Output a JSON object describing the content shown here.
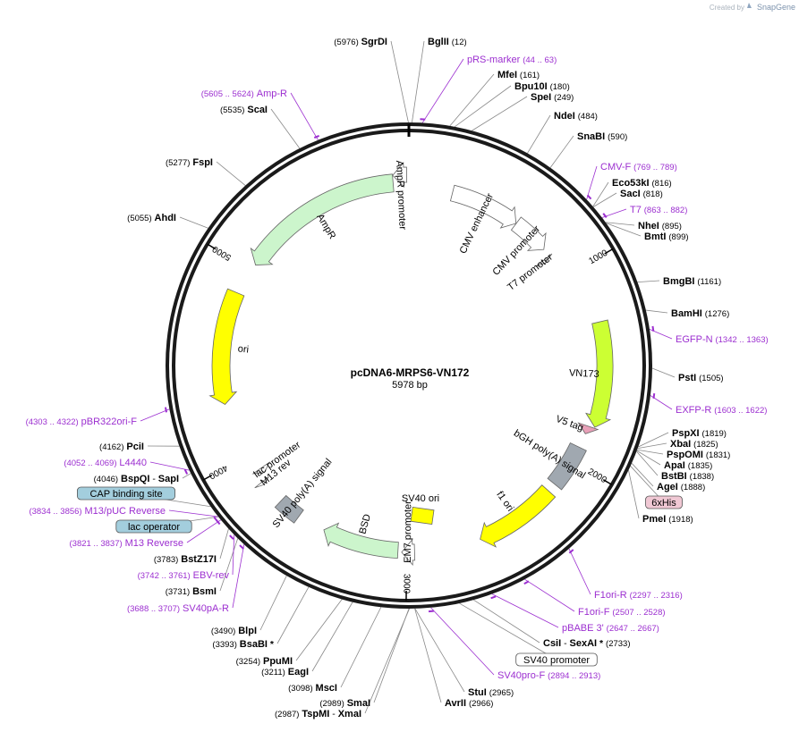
{
  "credit": "Created by",
  "brand": "SnapGene",
  "plasmid": {
    "name": "pcDNA6-MRPS6-VN172",
    "size_label": "5978 bp",
    "length": 5978
  },
  "ticks": [
    {
      "bp": 1000,
      "label": "1000"
    },
    {
      "bp": 2000,
      "label": "2000"
    },
    {
      "bp": 3000,
      "label": "3000"
    },
    {
      "bp": 4000,
      "label": "4000"
    },
    {
      "bp": 5000,
      "label": "5000"
    }
  ],
  "labels": [
    {
      "pos": "(5976)",
      "name": "SgrDI",
      "kind": "enzyme",
      "bp": 5976
    },
    {
      "name": "BglII",
      "pos": "(12)",
      "kind": "enzyme",
      "bp": 12
    },
    {
      "name": "pRS-marker",
      "pos": "(44 .. 63)",
      "kind": "primer",
      "bp": 53
    },
    {
      "name": "MfeI",
      "pos": "(161)",
      "kind": "enzyme",
      "bp": 161
    },
    {
      "name": "Bpu10I",
      "pos": "(180)",
      "kind": "enzyme",
      "bp": 180
    },
    {
      "name": "SpeI",
      "pos": "(249)",
      "kind": "enzyme",
      "bp": 249
    },
    {
      "name": "NdeI",
      "pos": "(484)",
      "kind": "enzyme",
      "bp": 484
    },
    {
      "name": "SnaBI",
      "pos": "(590)",
      "kind": "enzyme",
      "bp": 590
    },
    {
      "name": "CMV-F",
      "pos": "(769 .. 789)",
      "kind": "primer",
      "bp": 779
    },
    {
      "name": "Eco53kI",
      "pos": "(816)",
      "kind": "enzyme",
      "bp": 816
    },
    {
      "name": "SacI",
      "pos": "(818)",
      "kind": "enzyme",
      "bp": 818
    },
    {
      "name": "T7",
      "pos": "(863 .. 882)",
      "kind": "primer",
      "bp": 872
    },
    {
      "name": "NheI",
      "pos": "(895)",
      "kind": "enzyme",
      "bp": 895
    },
    {
      "name": "BmtI",
      "pos": "(899)",
      "kind": "enzyme",
      "bp": 899
    },
    {
      "name": "BmgBI",
      "pos": "(1161)",
      "kind": "enzyme",
      "bp": 1161
    },
    {
      "name": "BamHI",
      "pos": "(1276)",
      "kind": "enzyme",
      "bp": 1276
    },
    {
      "name": "EGFP-N",
      "pos": "(1342 .. 1363)",
      "kind": "primer",
      "bp": 1352
    },
    {
      "name": "PstI",
      "pos": "(1505)",
      "kind": "enzyme",
      "bp": 1505
    },
    {
      "name": "EXFP-R",
      "pos": "(1603 .. 1622)",
      "kind": "primer",
      "bp": 1612
    },
    {
      "name": "PspXI",
      "pos": "(1819)",
      "kind": "enzyme",
      "bp": 1819
    },
    {
      "name": "XbaI",
      "pos": "(1825)",
      "kind": "enzyme",
      "bp": 1825
    },
    {
      "name": "PspOMI",
      "pos": "(1831)",
      "kind": "enzyme",
      "bp": 1831
    },
    {
      "name": "ApaI",
      "pos": "(1835)",
      "kind": "enzyme",
      "bp": 1835
    },
    {
      "name": "BstBI",
      "pos": "(1838)",
      "kind": "enzyme",
      "bp": 1838
    },
    {
      "name": "AgeI",
      "pos": "(1888)",
      "kind": "enzyme",
      "bp": 1888
    },
    {
      "name": "6xHis",
      "kind": "boxpink",
      "bp": 1900
    },
    {
      "name": "PmeI",
      "pos": "(1918)",
      "kind": "enzyme",
      "bp": 1918
    },
    {
      "name": "F1ori-R",
      "pos": "(2297 .. 2316)",
      "kind": "primer",
      "bp": 2306
    },
    {
      "name": "F1ori-F",
      "pos": "(2507 .. 2528)",
      "kind": "primer",
      "bp": 2517
    },
    {
      "name": "pBABE 3'",
      "pos": "(2647 .. 2667)",
      "kind": "primer",
      "bp": 2657
    },
    {
      "name": "CsiI",
      "name2": "SexAI",
      "star": "*",
      "pos": "(2733)",
      "kind": "enzyme2",
      "bp": 2733
    },
    {
      "name": "SV40 promoter",
      "kind": "boxwhite",
      "bp": 2790
    },
    {
      "name": "SV40pro-F",
      "pos": "(2894 .. 2913)",
      "kind": "primer",
      "bp": 2903
    },
    {
      "name": "StuI",
      "pos": "(2965)",
      "kind": "enzyme",
      "bp": 2965
    },
    {
      "name": "AvrII",
      "pos": "(2966)",
      "kind": "enzyme",
      "bp": 2966
    },
    {
      "pos": "(2987)",
      "name": "TspMI",
      "name2": "XmaI",
      "kind": "enzyme2",
      "bp": 2987
    },
    {
      "pos": "(2989)",
      "name": "SmaI",
      "kind": "enzyme",
      "bp": 2989
    },
    {
      "pos": "(3098)",
      "name": "MscI",
      "kind": "enzyme",
      "bp": 3098
    },
    {
      "pos": "(3211)",
      "name": "EagI",
      "kind": "enzyme",
      "bp": 3211
    },
    {
      "pos": "(3254)",
      "name": "PpuMI",
      "kind": "enzyme",
      "bp": 3254
    },
    {
      "pos": "(3393)",
      "name": "BsaBI",
      "star": "*",
      "kind": "enzyme",
      "bp": 3393
    },
    {
      "pos": "(3490)",
      "name": "BlpI",
      "kind": "enzyme",
      "bp": 3490
    },
    {
      "pos": "(3688 .. 3707)",
      "name": "SV40pA-R",
      "kind": "primer",
      "bp": 3697
    },
    {
      "pos": "(3731)",
      "name": "BsmI",
      "kind": "enzyme",
      "bp": 3731
    },
    {
      "pos": "(3742 .. 3761)",
      "name": "EBV-rev",
      "kind": "primer",
      "bp": 3751
    },
    {
      "pos": "(3783)",
      "name": "BstZ17I",
      "kind": "enzyme",
      "bp": 3783
    },
    {
      "pos": "(3821 .. 3837)",
      "name": "M13 Reverse",
      "kind": "primer",
      "bp": 3829
    },
    {
      "name": "lac operator",
      "kind": "boxblue",
      "bp": 3845
    },
    {
      "pos": "(3834 .. 3856)",
      "name": "M13/pUC Reverse",
      "kind": "primer",
      "bp": 3845
    },
    {
      "name": "CAP binding site",
      "kind": "boxblue",
      "bp": 3895
    },
    {
      "pos": "(4046)",
      "name": "BspQI",
      "name2": "SapI",
      "kind": "enzyme2",
      "bp": 4046
    },
    {
      "pos": "(4052 .. 4069)",
      "name": "L4440",
      "kind": "primer",
      "bp": 4060
    },
    {
      "pos": "(4162)",
      "name": "PciI",
      "kind": "enzyme",
      "bp": 4162
    },
    {
      "pos": "(4303 .. 4322)",
      "name": "pBR322ori-F",
      "kind": "primer",
      "bp": 4312
    },
    {
      "pos": "(5055)",
      "name": "AhdI",
      "kind": "enzyme",
      "bp": 5055
    },
    {
      "pos": "(5277)",
      "name": "FspI",
      "kind": "enzyme",
      "bp": 5277
    },
    {
      "pos": "(5535)",
      "name": "ScaI",
      "kind": "enzyme",
      "bp": 5535
    },
    {
      "pos": "(5605 .. 5624)",
      "name": "Amp-R",
      "kind": "primer",
      "bp": 5614
    }
  ],
  "features": [
    {
      "name": "CMV enhancer",
      "start": 235,
      "end": 614,
      "color": "#ffffff",
      "strand": 1
    },
    {
      "name": "CMV promoter",
      "start": 615,
      "end": 818,
      "color": "#ffffff",
      "strand": 1
    },
    {
      "name": "T7 promoter",
      "start": 863,
      "end": 881,
      "color": "#ffffff",
      "strand": 1
    },
    {
      "name": "VN173",
      "start": 1280,
      "end": 1800,
      "color": "#ccff33",
      "strand": 1
    },
    {
      "name": "V5 tag",
      "start": 1805,
      "end": 1846,
      "color": "#e8a0b8",
      "strand": 1
    },
    {
      "name": "bGH poly(A) signal",
      "start": 1920,
      "end": 2145,
      "color": "#a0a8b0",
      "strand": 0
    },
    {
      "name": "f1 ori",
      "start": 2191,
      "end": 2619,
      "color": "#ffff00",
      "strand": 1
    },
    {
      "name": "SV40 ori",
      "start": 2754,
      "end": 2889,
      "color": "#ffff00",
      "strand": 0
    },
    {
      "name": "EM7 promoter",
      "start": 2960,
      "end": 3026,
      "color": "#ffffff",
      "strand": 1
    },
    {
      "name": "BSD",
      "start": 3045,
      "end": 3443,
      "color": "#ccf5cc",
      "strand": 1
    },
    {
      "name": "SV40 poly(A) signal",
      "start": 3588,
      "end": 3709,
      "color": "#a0a8b0",
      "strand": 0
    },
    {
      "name": "M13 rev",
      "start": 3829,
      "end": 3845,
      "color": "#ffffff",
      "strand": -1
    },
    {
      "name": "lac promoter",
      "start": 3876,
      "end": 3906,
      "color": "#ffffff",
      "strand": -1
    },
    {
      "name": "ori",
      "start": 4285,
      "end": 4865,
      "color": "#ffff00",
      "strand": -1
    },
    {
      "name": "AmpR",
      "start": 5036,
      "end": 5896,
      "color": "#ccf5cc",
      "strand": -1
    },
    {
      "name": "AmpR promoter",
      "start": 5897,
      "end": 5967,
      "color": "#ffffff",
      "strand": -1
    }
  ]
}
